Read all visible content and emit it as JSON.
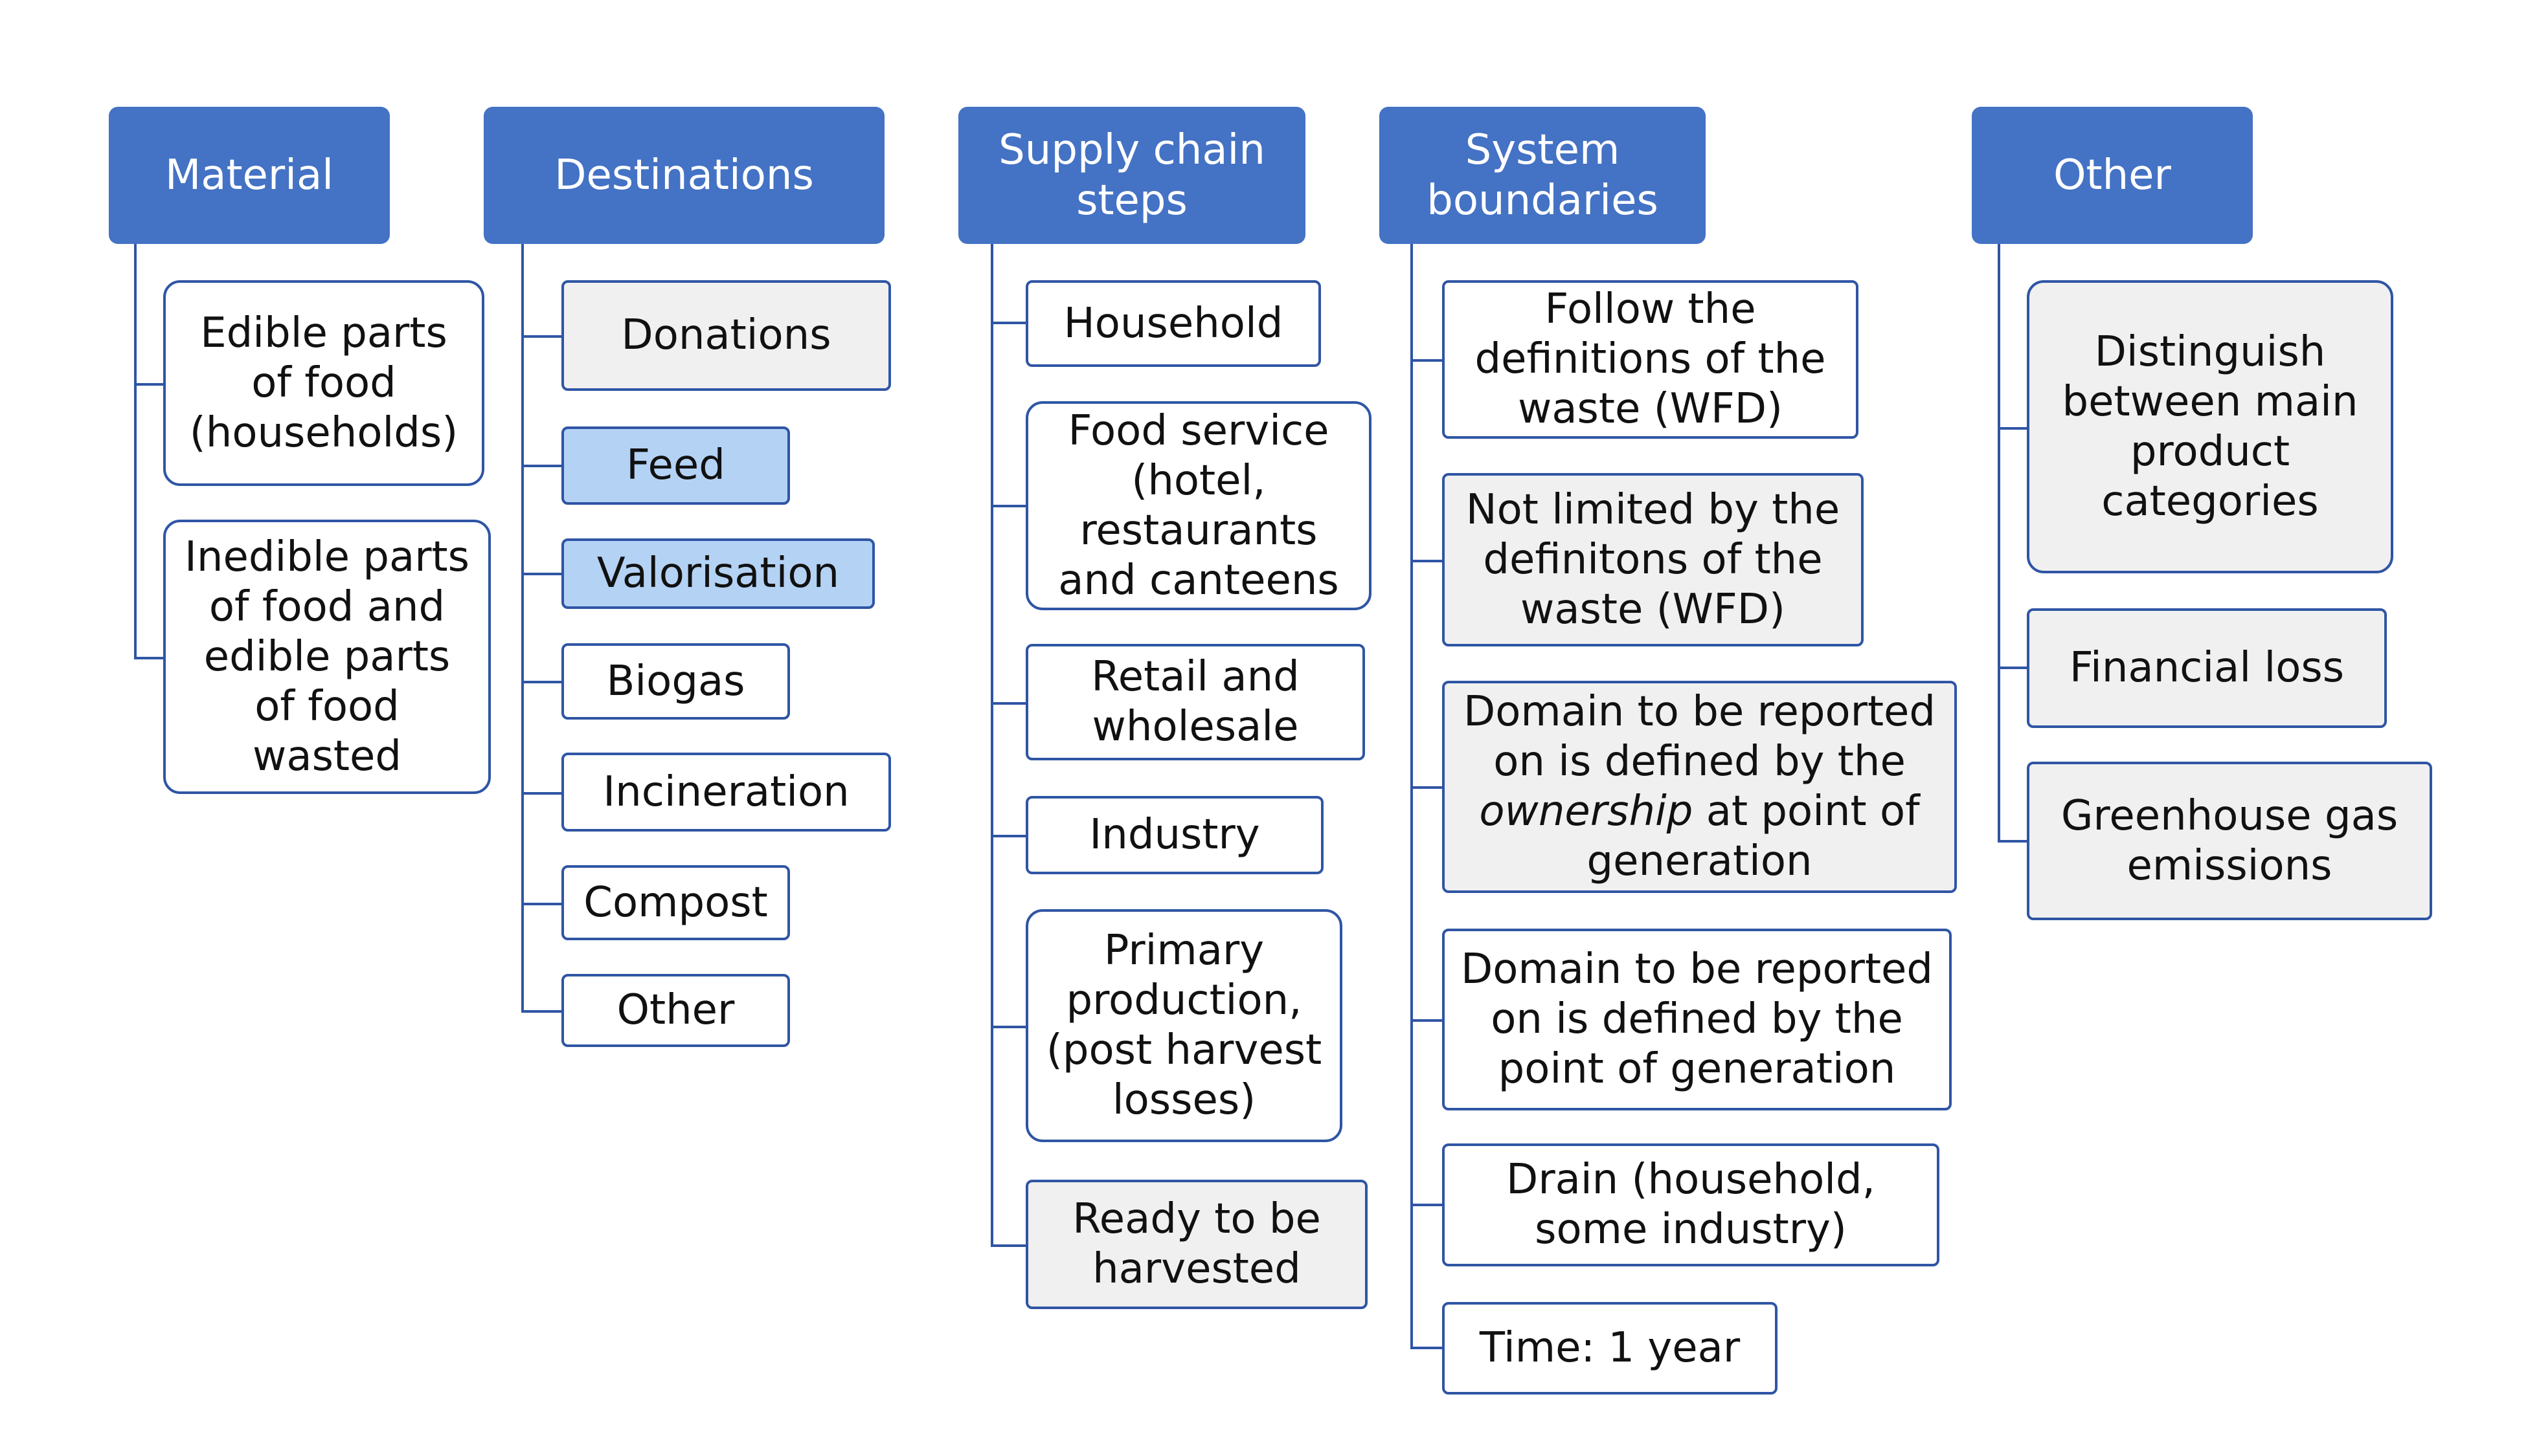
{
  "columns": [
    {
      "id": "material",
      "header": "Material",
      "items": [
        {
          "label": "Edible parts\nof food\n(households)",
          "fill": "white"
        },
        {
          "label": "Inedible parts\nof food and\nedible parts\nof food\nwasted",
          "fill": "white"
        }
      ]
    },
    {
      "id": "destinations",
      "header": "Destinations",
      "items": [
        {
          "label": "Donations",
          "fill": "grey"
        },
        {
          "label": "Feed",
          "fill": "blue"
        },
        {
          "label": "Valorisation",
          "fill": "blue"
        },
        {
          "label": "Biogas",
          "fill": "white"
        },
        {
          "label": "Incineration",
          "fill": "white"
        },
        {
          "label": "Compost",
          "fill": "white"
        },
        {
          "label": "Other",
          "fill": "white"
        }
      ]
    },
    {
      "id": "supply-chain-steps",
      "header": "Supply chain\nsteps",
      "items": [
        {
          "label": "Household",
          "fill": "white"
        },
        {
          "label": "Food service\n(hotel,\nrestaurants\nand canteens",
          "fill": "white"
        },
        {
          "label": "Retail and\nwholesale",
          "fill": "white"
        },
        {
          "label": "Industry",
          "fill": "white"
        },
        {
          "label": "Primary\nproduction,\n(post harvest\nlosses)",
          "fill": "white"
        },
        {
          "label": "Ready to be\nharvested",
          "fill": "grey"
        }
      ]
    },
    {
      "id": "system-boundaries",
      "header": "System\nboundaries",
      "items": [
        {
          "label": "Follow the\ndefinitions of the\nwaste (WFD)",
          "fill": "white"
        },
        {
          "label": "Not limited by the\ndefinitons of the\nwaste (WFD)",
          "fill": "grey"
        },
        {
          "label": "Domain to be reported\non is defined by the\nownership at point of\ngeneration",
          "fill": "grey"
        },
        {
          "label": "Domain to be reported\non is defined by the\npoint of generation",
          "fill": "white"
        },
        {
          "label": "Drain (household,\nsome industry)",
          "fill": "white"
        },
        {
          "label": "Time: 1 year",
          "fill": "white"
        }
      ]
    },
    {
      "id": "other",
      "header": "Other",
      "items": [
        {
          "label": "Distinguish\nbetween main\nproduct\ncategories",
          "fill": "grey"
        },
        {
          "label": "Financial loss",
          "fill": "grey"
        },
        {
          "label": "Greenhouse gas\nemissions",
          "fill": "grey"
        }
      ]
    }
  ],
  "colors": {
    "header_fill": "#4472c4",
    "header_text": "#ffffff",
    "border": "#2f55a4",
    "grey_fill": "#f0f0f0",
    "blue_fill": "#b4d2f4",
    "white_fill": "#ffffff"
  }
}
